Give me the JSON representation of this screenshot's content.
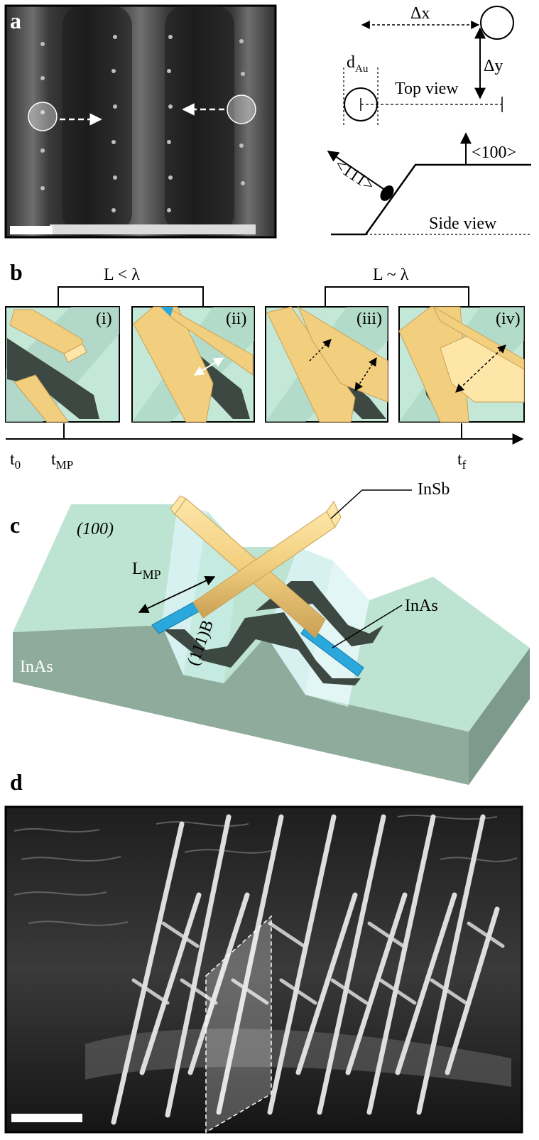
{
  "panels": {
    "a": {
      "letter": "a",
      "top_view": "Top view",
      "side_view": "Side view",
      "dx": "Δx",
      "dy": "Δy",
      "d_main": "d",
      "d_sub": "Au",
      "dir_100": "<100>",
      "dir_111": "<111>"
    },
    "b": {
      "letter": "b",
      "group_left": "L < λ",
      "group_right": "L ~ λ",
      "frames": [
        "(i)",
        "(ii)",
        "(iii)",
        "(iv)"
      ],
      "t0_main": "t",
      "t0_sub": "0",
      "tmp_main": "t",
      "tmp_sub": "MP",
      "tf_main": "t",
      "tf_sub": "f"
    },
    "c": {
      "letter": "c",
      "facet_100": "(100)",
      "facet_111b": "(111)B",
      "substrate": "InAs",
      "lmp_main": "L",
      "lmp_sub": "MP",
      "insb": "InSb",
      "inas_wire": "InAs"
    },
    "d": {
      "letter": "d"
    }
  },
  "colors": {
    "wire": "#f2cf7e",
    "wire_light": "#fde6a8",
    "wire_dark": "#c9a055",
    "stem": "#2aa8dc",
    "substrate_top": "#bde4d3",
    "substrate_side": "#8fab9c",
    "facet": "#d7f1f1",
    "shadow": "#3e4843",
    "sem_bg": "#2b2b2b"
  }
}
